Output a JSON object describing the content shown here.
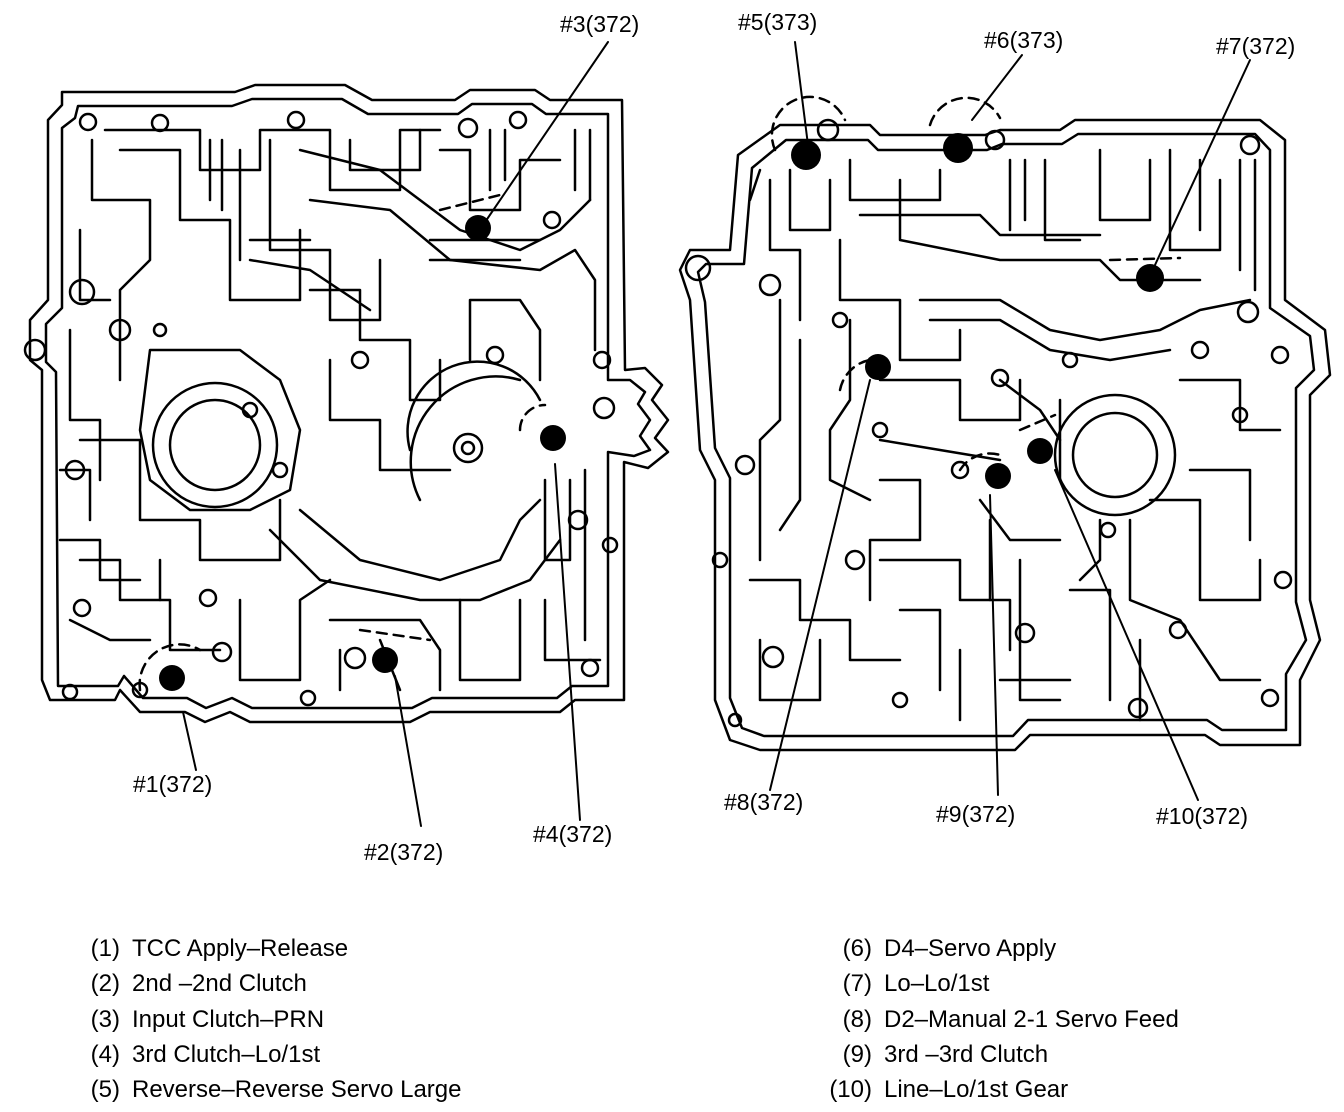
{
  "callouts": {
    "c1": "#1(372)",
    "c2": "#2(372)",
    "c3": "#3(372)",
    "c4": "#4(372)",
    "c5": "#5(373)",
    "c6": "#6(373)",
    "c7": "#7(372)",
    "c8": "#8(372)",
    "c9": "#9(372)",
    "c10": "#10(372)"
  },
  "legend": [
    {
      "num": "(1)",
      "label": "TCC Apply–Release"
    },
    {
      "num": "(2)",
      "label": "2nd –2nd Clutch"
    },
    {
      "num": "(3)",
      "label": "Input Clutch–PRN"
    },
    {
      "num": "(4)",
      "label": "3rd Clutch–Lo/1st"
    },
    {
      "num": "(5)",
      "label": "Reverse–Reverse Servo Large"
    },
    {
      "num": "(6)",
      "label": "D4–Servo Apply"
    },
    {
      "num": "(7)",
      "label": "Lo–Lo/1st"
    },
    {
      "num": "(8)",
      "label": "D2–Manual 2-1 Servo Feed"
    },
    {
      "num": "(9)",
      "label": "3rd –3rd Clutch"
    },
    {
      "num": "(10)",
      "label": "Line–Lo/1st  Gear"
    }
  ]
}
